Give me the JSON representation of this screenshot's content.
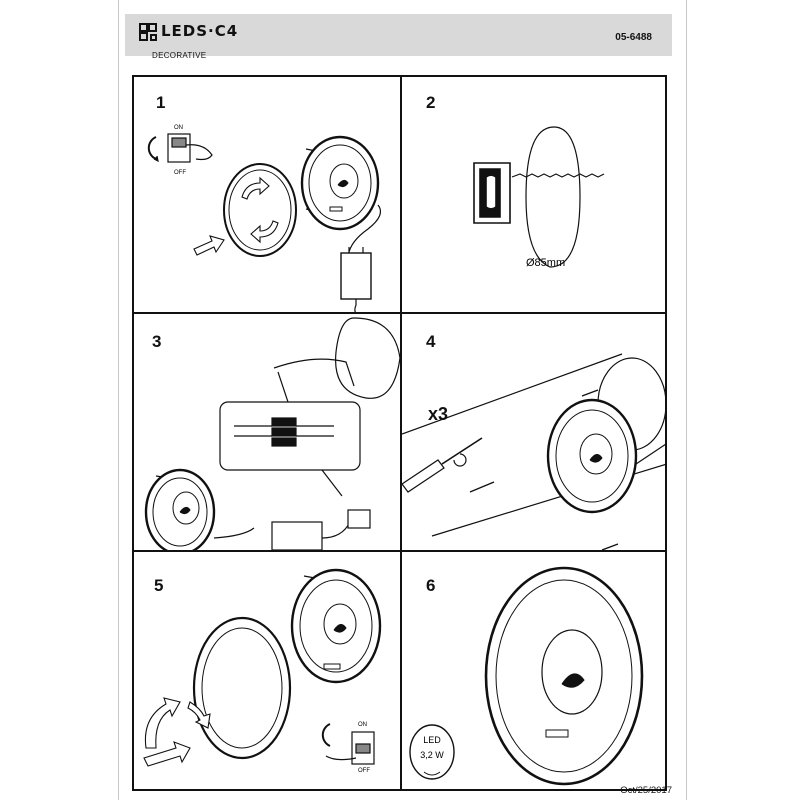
{
  "header": {
    "brand": "LEDS·C4",
    "subtitle": "DECORATIVE",
    "product_code": "05-6488"
  },
  "steps": [
    {
      "number": "1",
      "switch_on": "ON",
      "switch_off": "OFF"
    },
    {
      "number": "2",
      "hole_diameter": "Ø85mm"
    },
    {
      "number": "3"
    },
    {
      "number": "4",
      "screws_count": "x3"
    },
    {
      "number": "5",
      "switch_on": "ON",
      "switch_off": "OFF"
    },
    {
      "number": "6",
      "badge_type": "LED",
      "badge_power": "3,2 W"
    }
  ],
  "footer": {
    "date": "Oct/25/2017"
  }
}
